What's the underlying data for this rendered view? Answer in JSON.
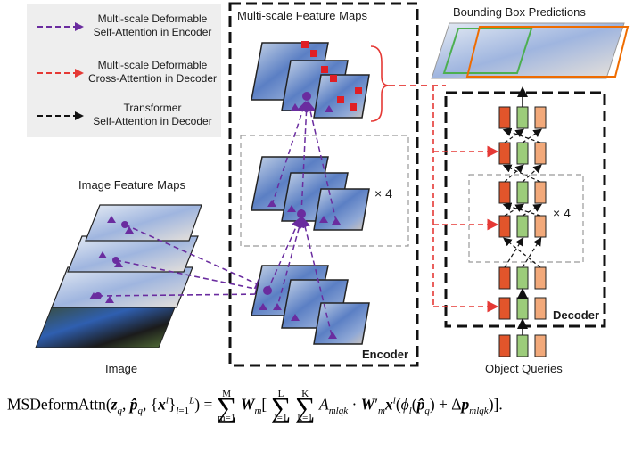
{
  "legend": {
    "item1": {
      "line1": "Multi-scale Deformable",
      "line2": "Self-Attention in Encoder",
      "color": "#6a2c9f"
    },
    "item2": {
      "line1": "Multi-scale Deformable",
      "line2": "Cross-Attention in Decoder",
      "color": "#e53935"
    },
    "item3": {
      "line1": "Transformer",
      "line2": "Self-Attention in Decoder",
      "color": "#111111"
    }
  },
  "labels": {
    "multiscale_feature_maps": "Multi-scale Feature Maps",
    "bounding_box_predictions": "Bounding Box Predictions",
    "image_feature_maps": "Image Feature Maps",
    "image": "Image",
    "encoder": "Encoder",
    "decoder": "Decoder",
    "object_queries": "Object Queries",
    "encoder_repeat": "× 4",
    "decoder_repeat": "× 4"
  },
  "formula": {
    "name": "MSDeformAttn",
    "sum_m_top": "M",
    "sum_m_bottom": "m=1",
    "sum_l_top": "L",
    "sum_l_bottom": "l=1",
    "sum_k_top": "K",
    "sum_k_bottom": "k=1"
  },
  "colors": {
    "encoder_attn": "#6a2c9f",
    "decoder_cross": "#e53935",
    "decoder_self": "#111111",
    "query_red": "#e2552b",
    "query_green": "#9ccc7a",
    "query_orange": "#f2a97a",
    "feature_point": "#e01e24"
  }
}
